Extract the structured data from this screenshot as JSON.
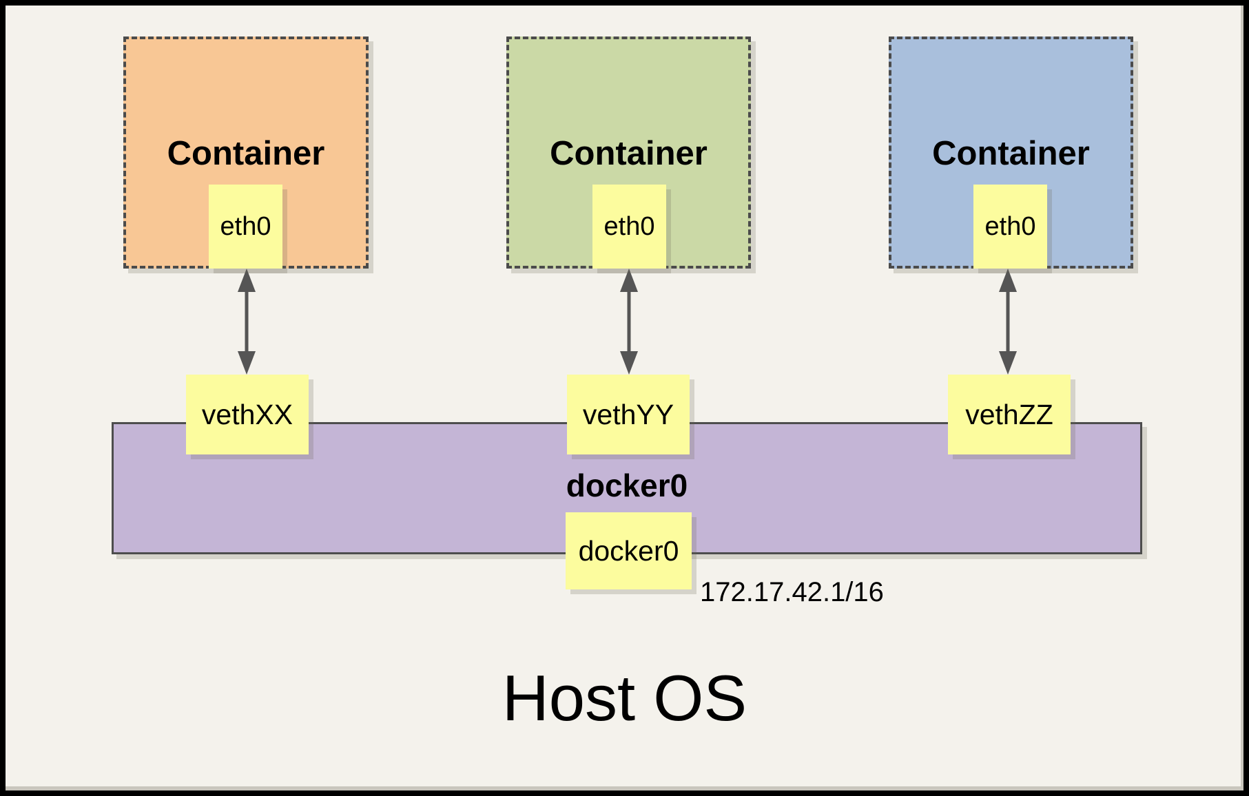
{
  "diagram": {
    "host": {
      "label": "Host OS"
    },
    "containers": [
      {
        "title": "Container",
        "eth_label": "eth0",
        "veth_label": "vethXX",
        "fill": "#F8C795"
      },
      {
        "title": "Container",
        "eth_label": "eth0",
        "veth_label": "vethYY",
        "fill": "#CBD9A6"
      },
      {
        "title": "Container",
        "eth_label": "eth0",
        "veth_label": "vethZZ",
        "fill": "#A9BFDC"
      }
    ],
    "bridge": {
      "name": "docker0",
      "interface_label": "docker0",
      "ip": "172.17.42.1/16",
      "fill": "#C4B5D6"
    },
    "colors": {
      "background": "#F4F2EC",
      "interface_box": "#FCFC9E",
      "dashed_border": "#4b4b4b",
      "arrow": "#555555",
      "outer_border": "#000000"
    }
  }
}
